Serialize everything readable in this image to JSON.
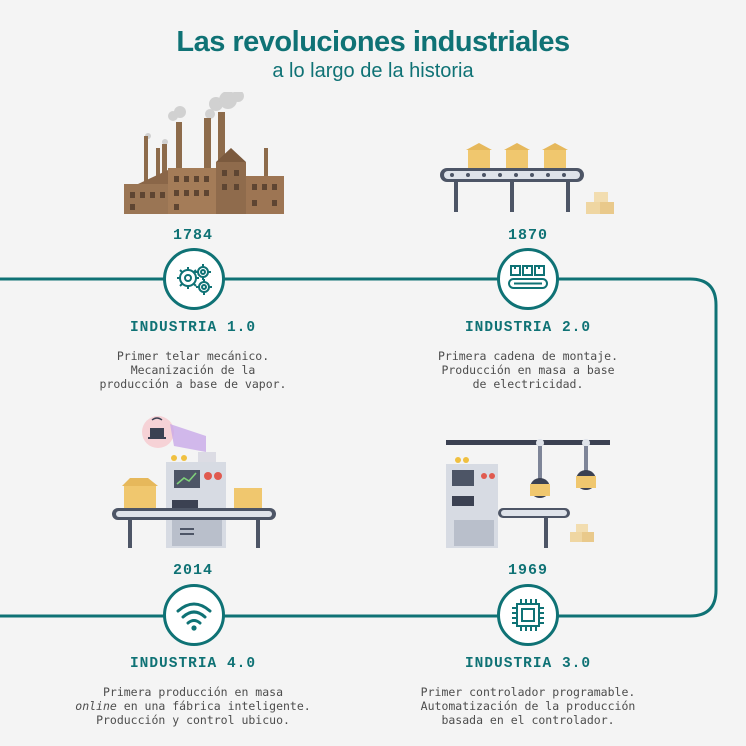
{
  "header": {
    "title": "Las revoluciones industriales",
    "subtitle": "a lo largo de la historia"
  },
  "colors": {
    "accent": "#0f7275",
    "text": "#4d4d4d",
    "background": "#f4f4f4"
  },
  "stages": [
    {
      "year": "1784",
      "name": "INDUSTRIA 1.0",
      "icon": "gears-icon",
      "illustration": "factory-illustration",
      "lines": [
        "Primer telar mecánico.",
        "Mecanización de la",
        "producción a base de vapor."
      ]
    },
    {
      "year": "1870",
      "name": "INDUSTRIA 2.0",
      "icon": "assembly-line-icon",
      "illustration": "conveyor-illustration",
      "lines": [
        "Primera cadena de montaje.",
        "Producción en masa a base",
        "de electricidad."
      ]
    },
    {
      "year": "1969",
      "name": "INDUSTRIA 3.0",
      "icon": "chip-icon",
      "illustration": "robot-arm-illustration",
      "lines": [
        "Primer controlador programable.",
        "Automatización de la producción",
        "basada en el controlador."
      ]
    },
    {
      "year": "2014",
      "name": "INDUSTRIA 4.0",
      "icon": "wifi-icon",
      "illustration": "smart-factory-illustration",
      "lines": [
        "Primera producción en masa",
        "en una fábrica inteligente.",
        "Producción y control ubicuo."
      ],
      "line2_emphasis": "online"
    }
  ]
}
